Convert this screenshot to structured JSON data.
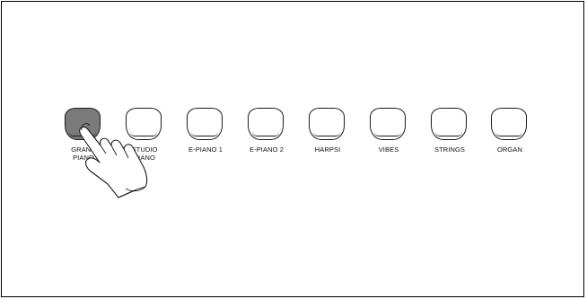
{
  "buttons": [
    {
      "label": "GRAND\nPIANO",
      "active": true
    },
    {
      "label": "STUDIO\nPIANO",
      "active": false
    },
    {
      "label": "E-PIANO 1",
      "active": false
    },
    {
      "label": "E-PIANO 2",
      "active": false
    },
    {
      "label": "HARPSI",
      "active": false
    },
    {
      "label": "VIBES",
      "active": false
    },
    {
      "label": "STRINGS",
      "active": false
    },
    {
      "label": "ORGAN",
      "active": false
    }
  ],
  "colors": {
    "active_key": "#7a7a7a",
    "outline": "#1a1a1a"
  },
  "icons": {
    "pointer": "pointing-hand-icon"
  }
}
